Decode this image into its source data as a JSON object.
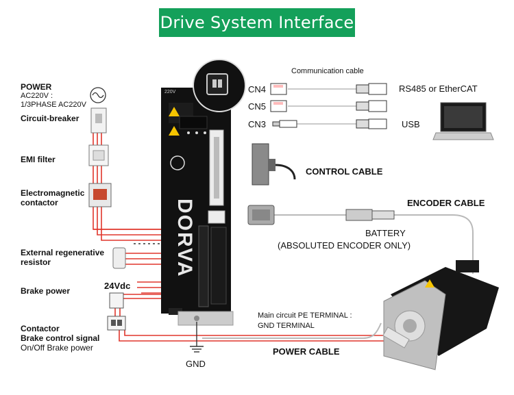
{
  "title": "Drive System Interface",
  "colors": {
    "title_bg": "#14a05a",
    "wire_red": "#e0352b",
    "wire_gray": "#b9b9b9",
    "drive_body": "#111111",
    "warning_yellow": "#f5c400"
  },
  "left_components": {
    "power_title": "POWER",
    "power_line1": "AC220V :",
    "power_line2": "1/3PHASE AC220V",
    "circuit_breaker": "Circuit-breaker",
    "emi_filter": "EMI filter",
    "contactor_line1": "Electromagnetic",
    "contactor_line2": "contactor",
    "regen_line1": "External regenerative",
    "regen_line2": "resistor",
    "brake_power": "Brake power",
    "brake_voltage": "24Vdc",
    "brake_signal_line1": "Contactor",
    "brake_signal_line2": "Brake control signal",
    "brake_signal_line3": "On/Off Brake power"
  },
  "drive": {
    "brand": "DORVA",
    "model_label": "220V"
  },
  "communication": {
    "header": "Communication  cable",
    "ports": [
      {
        "port": "CN4",
        "target": "RS485 or EtherCAT"
      },
      {
        "port": "CN5",
        "target": ""
      },
      {
        "port": "CN3",
        "target": "USB"
      }
    ]
  },
  "control_cable": "CONTROL CABLE",
  "encoder": {
    "cable": "ENCODER CABLE",
    "battery": "BATTERY",
    "note": "(ABSOLUTED ENCODER ONLY)"
  },
  "power_section": {
    "pe_line1": "Main circuit PE TERMINAL :",
    "pe_line2": "GND TERMINAL",
    "gnd": "GND",
    "power_cable": "POWER CABLE"
  }
}
